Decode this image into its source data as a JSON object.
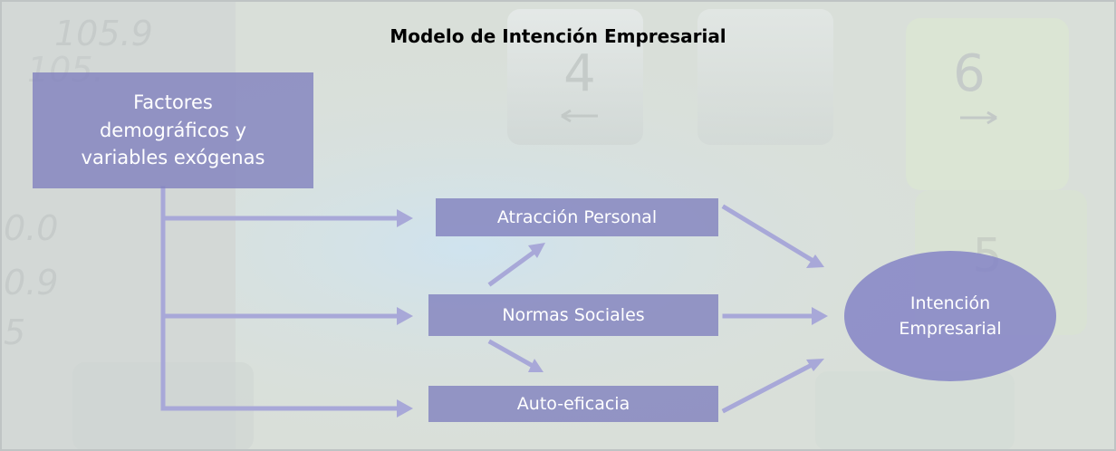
{
  "title": "Modelo de Intención Empresarial",
  "nodes": {
    "factores": "Factores\ndemográficos y\nvariables exógenas",
    "atraccion": "Atracción Personal",
    "normas": "Normas Sociales",
    "autoeficacia": "Auto-eficacia",
    "intencion": "Intención\nEmpresarial"
  },
  "background": {
    "key_labels": [
      "4",
      "6",
      "5"
    ],
    "display_numbers": [
      "105.9",
      "105.",
      "0.0",
      "0.9",
      "5"
    ]
  },
  "colors": {
    "box_fill": "#8282be",
    "ellipse_fill": "#8484c6",
    "arrow": "#a8a8d8",
    "title": "#000000",
    "text": "#ffffff"
  }
}
